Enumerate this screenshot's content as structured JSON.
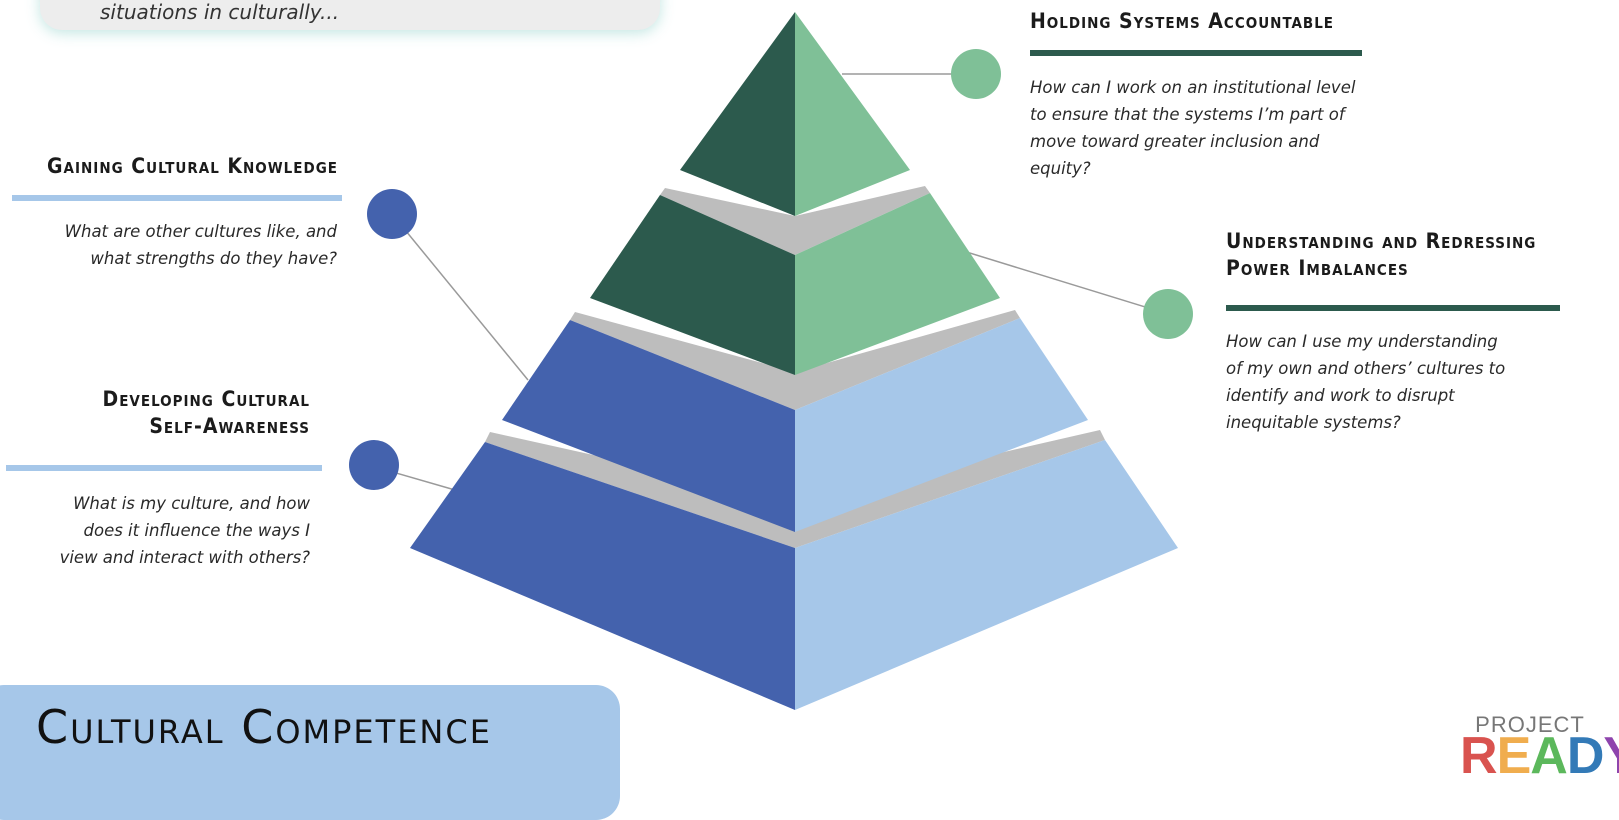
{
  "top_card": {
    "text": "situations in culturally..."
  },
  "labels": {
    "holding": {
      "title": "Holding Systems Accountable",
      "lines": [
        "How can I work on an institutional level",
        "to ensure that the systems I’m part of",
        "move toward greater inclusion and",
        "equity?"
      ]
    },
    "power": {
      "title_lines": [
        "Understanding and Redressing",
        "Power Imbalances"
      ],
      "lines": [
        "How can I use my understanding",
        "of my own and others’ cultures to",
        "identify and work to disrupt",
        "inequitable systems?"
      ]
    },
    "knowledge": {
      "title": "Gaining Cultural Knowledge",
      "lines": [
        "What are other cultures like, and",
        "what strengths do they have?"
      ]
    },
    "self": {
      "title_lines": [
        "Developing Cultural",
        "Self-Awareness"
      ],
      "lines": [
        "What is my culture, and how",
        "does it influence the ways I",
        "view and interact with others?"
      ]
    }
  },
  "title": "Cultural Competence",
  "logo": {
    "top": "PROJECT",
    "main": "READY"
  },
  "colors": {
    "dark_green": "#2c5a4d",
    "light_green": "#7fc097",
    "dark_blue": "#4462ad",
    "light_blue": "#a6c7e9",
    "gray": "#bdbdbd",
    "title_box": "#a6c7e9"
  }
}
